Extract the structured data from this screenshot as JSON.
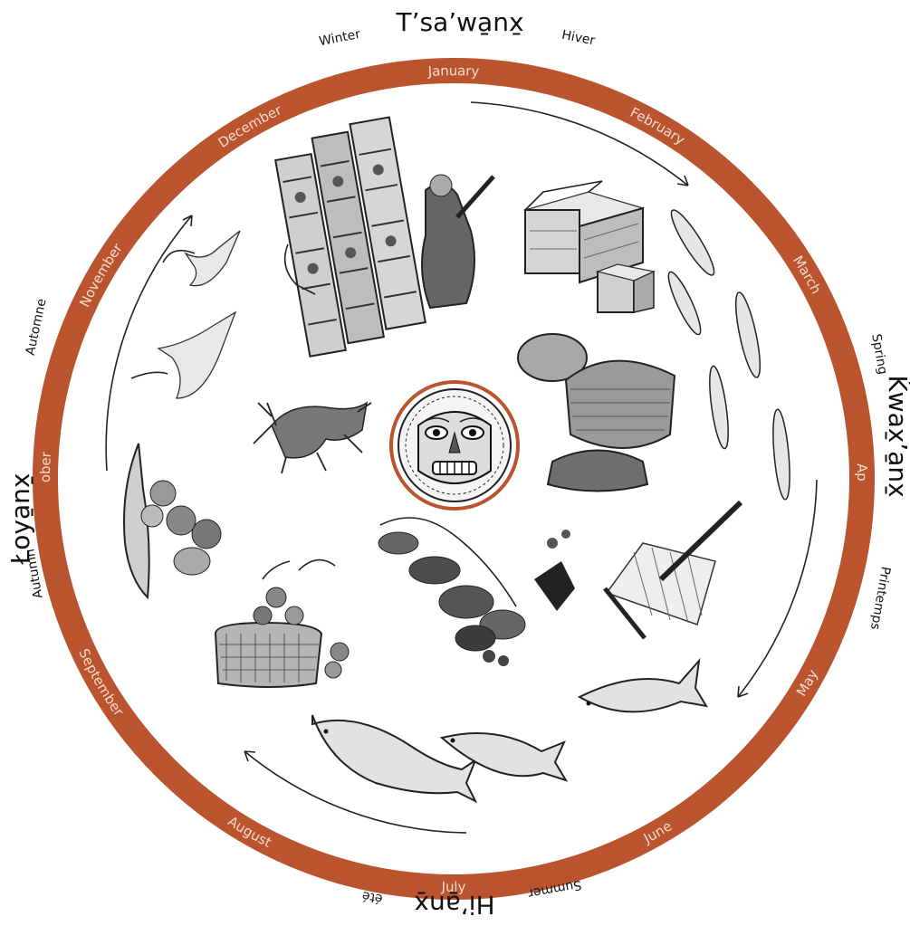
{
  "colors": {
    "ring": "#b9542e",
    "ring_text": "#f7dccf",
    "ink": "#222222"
  },
  "months": [
    "January",
    "February",
    "March",
    "April",
    "May",
    "June",
    "July",
    "August",
    "September",
    "October",
    "November",
    "December"
  ],
  "seasons": {
    "winter": {
      "native": "T’sa’wa̱nx̱",
      "english": "Winter",
      "french": "Hiver"
    },
    "spring": {
      "native": "K̓wax̱’a̱nx̱",
      "english": "Spring",
      "french": "Printemps"
    },
    "summer": {
      "native": "Hi’a̱nx̱",
      "english": "Summer",
      "french": "été"
    },
    "autumn": {
      "native": "Łoya̱nx̱",
      "english": "Autumn",
      "french": "Automne"
    }
  },
  "illustrations": [
    "totem-poles-and-figure",
    "bentwood-boxes",
    "eulachon-fish",
    "woven-hats",
    "caribou",
    "center-mask",
    "geese",
    "clams-and-paddle",
    "berry-basket",
    "berry-plants",
    "fishing-net-tools",
    "salmon"
  ]
}
